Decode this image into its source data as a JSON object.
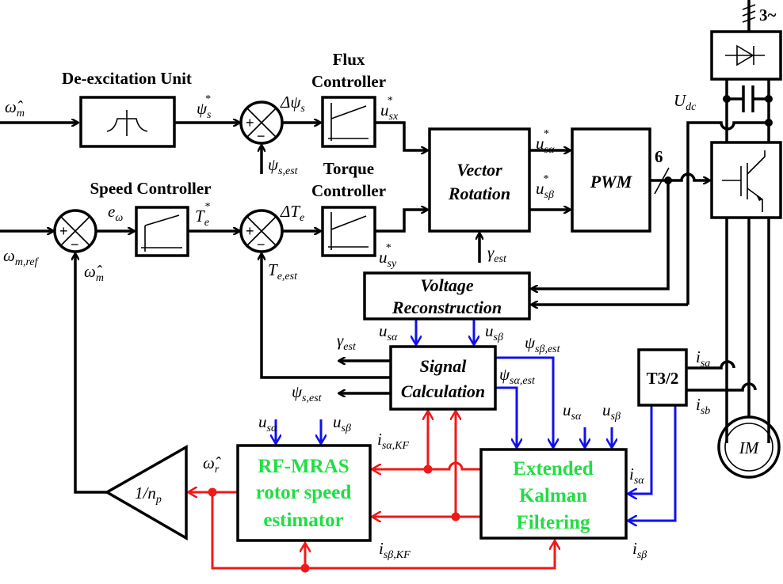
{
  "colors": {
    "signal": "#000000",
    "voltage_current": "#1010ee",
    "estimator_feedback": "#f01818",
    "estimator_text": "#22dd44"
  },
  "blocks": {
    "de_excitation": "De-excitation Unit",
    "flux_controller": [
      "Flux",
      "Controller"
    ],
    "torque_controller": [
      "Torque",
      "Controller"
    ],
    "speed_controller": "Speed Controller",
    "vector_rotation": [
      "Vector",
      "Rotation"
    ],
    "pwm": "PWM",
    "voltage_reconstruction": [
      "Voltage",
      "Reconstruction"
    ],
    "signal_calculation": [
      "Signal",
      "Calculation"
    ],
    "t32": "T3/2",
    "rf_mras": [
      "RF-MRAS",
      "rotor speed",
      "estimator"
    ],
    "ekf": [
      "Extended",
      "Kalman",
      "Filtering"
    ],
    "gain": {
      "base": "1/n",
      "sub": "p"
    },
    "motor": "IM"
  },
  "signals": {
    "omega_m_hat_in": {
      "base": "ω̂",
      "sub": "m"
    },
    "psi_s_ref": {
      "base": "ψ",
      "sub": "s",
      "sup": "*"
    },
    "delta_psi_s": {
      "base": "Δψ",
      "sub": "s"
    },
    "psi_s_est_flux": {
      "base": "ψ",
      "sub": "s,est"
    },
    "u_sx_ref": {
      "base": "u",
      "sub": "sx",
      "sup": "*"
    },
    "omega_m_ref": {
      "base": "ω",
      "sub": "m,ref"
    },
    "e_omega": {
      "base": "e",
      "sub": "ω"
    },
    "T_e_ref": {
      "base": "T",
      "sub": "e",
      "sup": "*"
    },
    "delta_T_e": {
      "base": "ΔT",
      "sub": "e"
    },
    "omega_m_hat_fb": {
      "base": "ω̂",
      "sub": "m"
    },
    "T_e_est": {
      "base": "T",
      "sub": "e,est"
    },
    "u_sy_ref": {
      "base": "u",
      "sub": "sy",
      "sup": "*"
    },
    "u_salpha_ref": {
      "base": "u",
      "sub": "sα",
      "sup": "*"
    },
    "u_sbeta_ref": {
      "base": "u",
      "sub": "sβ",
      "sup": "*"
    },
    "gamma_est_vr": {
      "base": "γ",
      "sub": "est"
    },
    "pwm_lines": "6",
    "U_dc": {
      "base": "U",
      "sub": "dc"
    },
    "supply": "3~",
    "u_salpha_sc": {
      "base": "u",
      "sub": "sα"
    },
    "u_sbeta_sc": {
      "base": "u",
      "sub": "sβ"
    },
    "psi_sbeta_est": {
      "base": "ψ",
      "sub": "sβ,est"
    },
    "gamma_est_out": {
      "base": "γ",
      "sub": "est"
    },
    "psi_salpha_est": {
      "base": "ψ",
      "sub": "sα,est"
    },
    "psi_s_est_out": {
      "base": "ψ",
      "sub": "s,est"
    },
    "u_salpha_mras": {
      "base": "u",
      "sub": "sα"
    },
    "u_sbeta_mras": {
      "base": "u",
      "sub": "sβ"
    },
    "i_salpha_kf": {
      "base": "i",
      "sub": "sα,KF"
    },
    "u_salpha_ekf": {
      "base": "u",
      "sub": "sα"
    },
    "u_sbeta_ekf": {
      "base": "u",
      "sub": "sβ"
    },
    "omega_r_hat": {
      "base": "ω̂",
      "sub": "r"
    },
    "i_sbeta_kf": {
      "base": "i",
      "sub": "sβ,KF"
    },
    "i_salpha": {
      "base": "i",
      "sub": "sα"
    },
    "i_sbeta": {
      "base": "i",
      "sub": "sβ"
    },
    "i_sa": {
      "base": "i",
      "sub": "sa"
    },
    "i_sb": {
      "base": "i",
      "sub": "sb"
    }
  },
  "junction": {
    "plus": "+",
    "minus": "−"
  }
}
